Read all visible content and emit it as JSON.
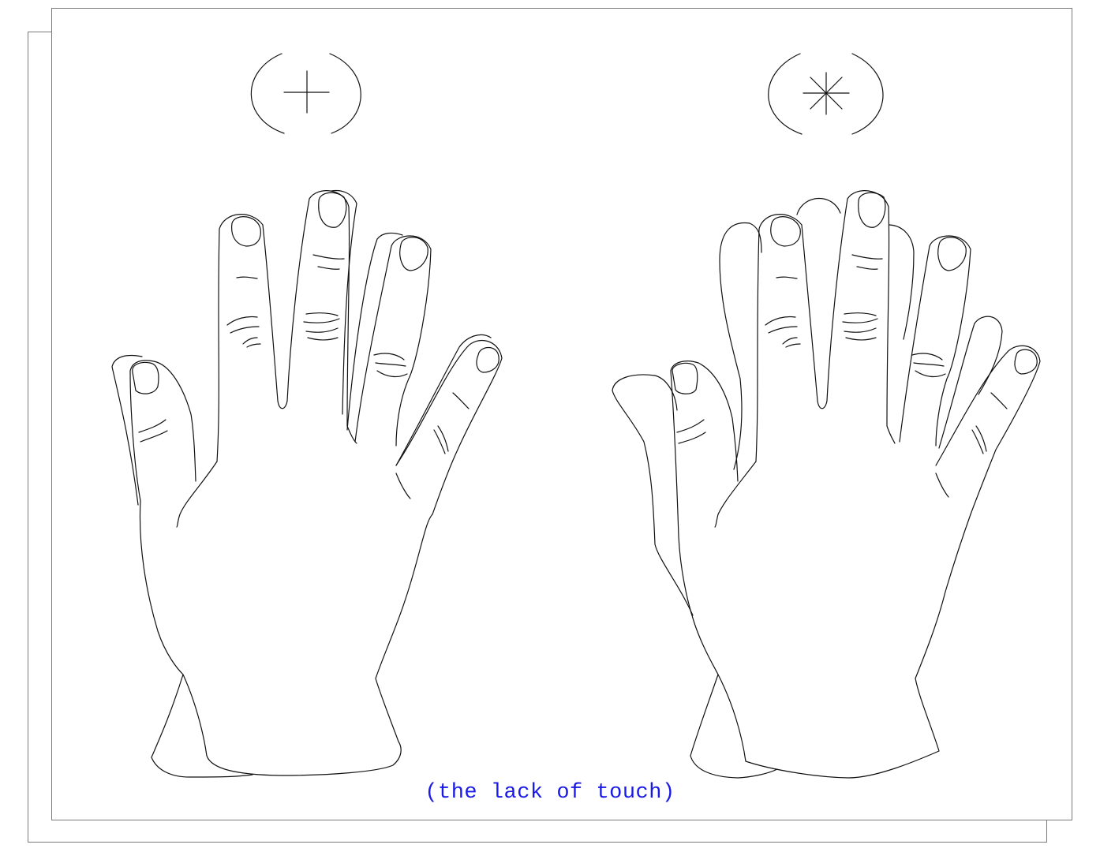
{
  "caption": "(the lack of touch)",
  "symbols": {
    "left": "plus-in-parentheses",
    "right": "asterisk-in-parentheses"
  },
  "colors": {
    "caption": "#1a1ae6",
    "line": "#111111",
    "frame": "#7a7a7a"
  }
}
